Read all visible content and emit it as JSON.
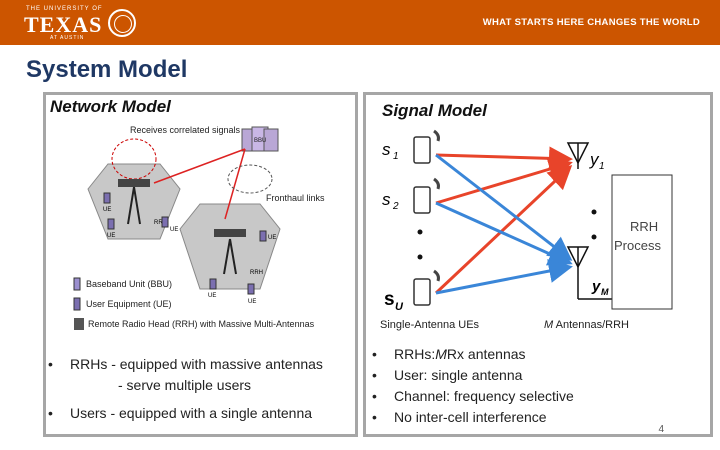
{
  "header": {
    "logo_line1": "THE UNIVERSITY OF",
    "logo_line2": "TEXAS",
    "logo_line3": "AT AUSTIN",
    "tagline": "WHAT STARTS HERE CHANGES THE WORLD",
    "bg_color": "#cc5500"
  },
  "slide": {
    "title": "System Model",
    "page_number": "4"
  },
  "network_model": {
    "heading": "Network Model",
    "diagram": {
      "callout_correlated": "Receives correlated signals",
      "callout_fronthaul": "Fronthaul links",
      "bbu_label": "BBU",
      "rrh_label": "RRH",
      "ue_label": "UE",
      "legend": [
        "Baseband Unit (BBU)",
        "User Equipment (UE)",
        "Remote Radio Head (RRH) with Massive Multi-Antennas"
      ]
    },
    "bullets": [
      {
        "text": "RRHs - equipped with massive antennas",
        "sub": "- serve multiple users"
      },
      {
        "text": "Users - equipped with a single antenna",
        "sub": ""
      }
    ]
  },
  "signal_model": {
    "heading": "Signal Model",
    "sources": [
      "s",
      "s",
      "s"
    ],
    "source_subs": [
      "1",
      "2",
      "U"
    ],
    "outputs": [
      "y",
      "y"
    ],
    "output_subs": [
      "1",
      "M"
    ],
    "process_label_line1": "RRH",
    "process_label_line2": "Process",
    "caption_left": "Single-Antenna UEs",
    "caption_right_italic": "M",
    "caption_right": " Antennas/RRH",
    "arrow_colors": {
      "red": "#e8442a",
      "blue": "#3a86d8"
    },
    "bullets": [
      {
        "prefix": "RRHs: ",
        "italic": "M",
        "suffix": " Rx antennas"
      },
      {
        "prefix": "User: single antenna",
        "italic": "",
        "suffix": ""
      },
      {
        "prefix": "Channel: frequency selective",
        "italic": "",
        "suffix": ""
      },
      {
        "prefix": "No inter-cell interference",
        "italic": "",
        "suffix": ""
      }
    ]
  }
}
